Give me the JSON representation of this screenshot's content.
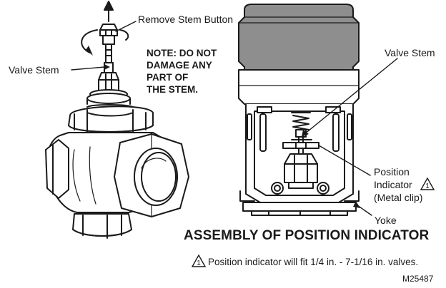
{
  "labels": {
    "remove_stem_button": "Remove Stem Button",
    "valve_stem_left": "Valve Stem",
    "valve_stem_right": "Valve Stem",
    "position_indicator_line1": "Position",
    "position_indicator_line2": "Indicator",
    "position_indicator_line3": "(Metal clip)",
    "yoke": "Yoke"
  },
  "note": {
    "line1": "NOTE: DO NOT",
    "line2": "DAMAGE ANY",
    "line3": "PART OF",
    "line4": "THE STEM."
  },
  "title": "ASSEMBLY OF POSITION INDICATOR",
  "footnote": {
    "marker": "1",
    "text": "Position indicator will fit 1/4 in. - 7-1/16 in. valves."
  },
  "figure_code": "M25487",
  "icons": {
    "warning": "warning-triangle-icon",
    "rotate": "rotate-arrow-icon",
    "lift": "up-arrow-icon"
  },
  "colors": {
    "line": "#1a1a1a",
    "actuator_top": "#8e8e8e",
    "fill_light": "#ffffff"
  }
}
